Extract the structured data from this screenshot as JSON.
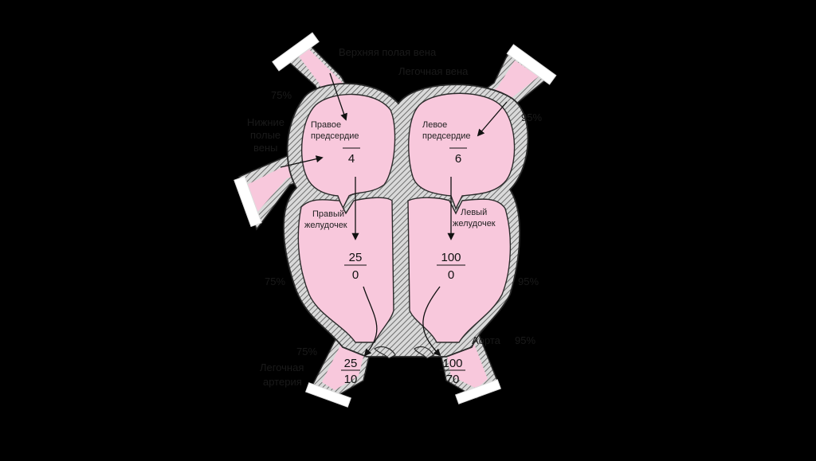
{
  "labels": {
    "superior_vena_cava": "Верхняя полая вена",
    "pulmonary_vein": "Легочная вена",
    "inferior_vena_cava": [
      "Нижние",
      "полые",
      "вены"
    ],
    "pulmonary_artery": [
      "Легочная",
      "артерия"
    ],
    "aorta": "Аорта",
    "right_atrium": [
      "Правое",
      "предсердие"
    ],
    "left_atrium": [
      "Левое",
      "предсердие"
    ],
    "right_ventricle": [
      "Правый",
      "желудочек"
    ],
    "left_ventricle": [
      "Левый",
      "желудочек"
    ]
  },
  "saturation": {
    "svc": "75%",
    "pulmonary_vein": "95%",
    "right_ventricle": "75%",
    "left_ventricle": "95%",
    "pulmonary_artery": "75%",
    "aorta": "95%"
  },
  "pressures": {
    "right_atrium": "4",
    "left_atrium": "6",
    "right_ventricle": {
      "systolic": "25",
      "diastolic": "0"
    },
    "left_ventricle": {
      "systolic": "100",
      "diastolic": "0"
    },
    "pulmonary_artery": {
      "systolic": "25",
      "diastolic": "10"
    },
    "aorta": {
      "systolic": "100",
      "diastolic": "70"
    }
  },
  "colors": {
    "background": "#000000",
    "chamber": "#f8c8dc",
    "wall_outline": "#2a2a2a",
    "wall_fill": "#bdbdbd",
    "label_faded": "#1a1a1a"
  }
}
